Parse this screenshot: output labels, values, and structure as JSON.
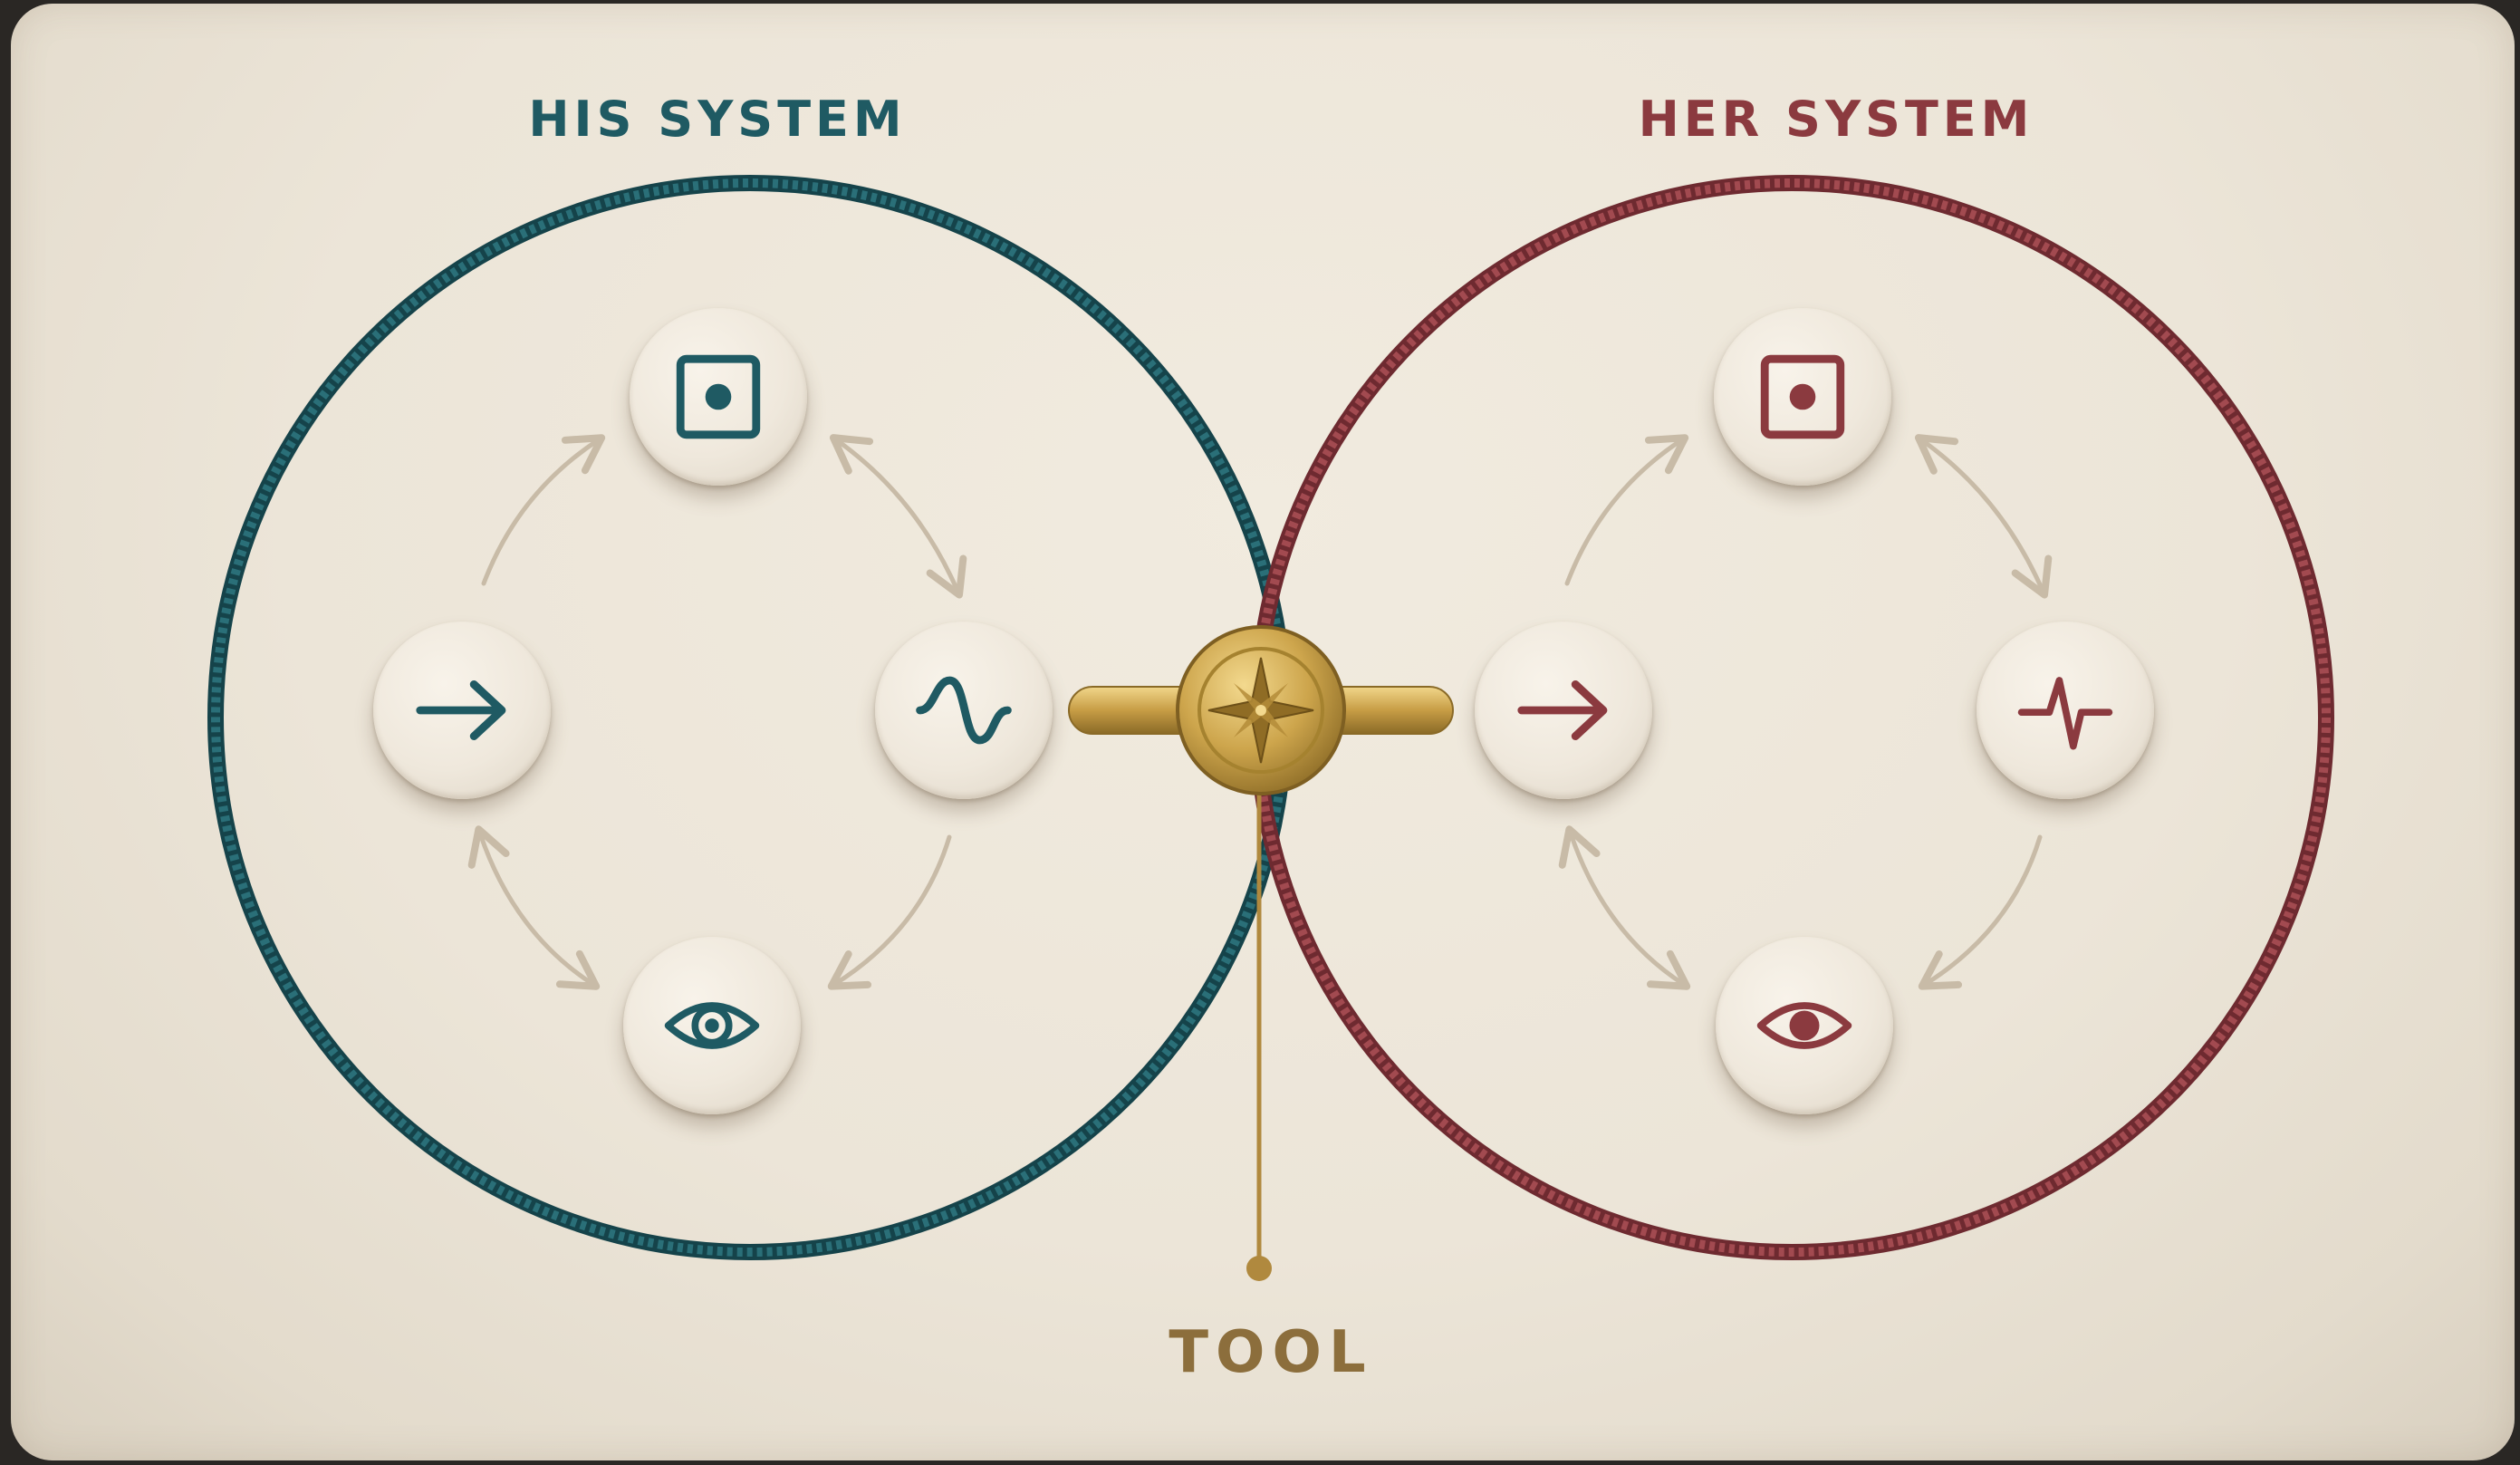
{
  "titles": {
    "his": "HIS SYSTEM",
    "her": "HER SYSTEM",
    "tool": "TOOL"
  },
  "colors": {
    "his": "#1f5a63",
    "her": "#8b3a3f",
    "tool": "#c9a24a",
    "arrows": "#c8bba7",
    "board": "#ece5d8"
  },
  "his_system": {
    "nodes": [
      {
        "role": "top",
        "icon": "target-square-icon"
      },
      {
        "role": "left",
        "icon": "arrow-right-icon"
      },
      {
        "role": "right",
        "icon": "sine-wave-icon"
      },
      {
        "role": "bottom",
        "icon": "eye-icon"
      }
    ]
  },
  "her_system": {
    "nodes": [
      {
        "role": "top",
        "icon": "target-square-icon"
      },
      {
        "role": "left",
        "icon": "arrow-right-icon"
      },
      {
        "role": "right",
        "icon": "pulse-icon"
      },
      {
        "role": "bottom",
        "icon": "eye-icon"
      }
    ]
  },
  "connector": {
    "icon": "compass-star-icon"
  }
}
